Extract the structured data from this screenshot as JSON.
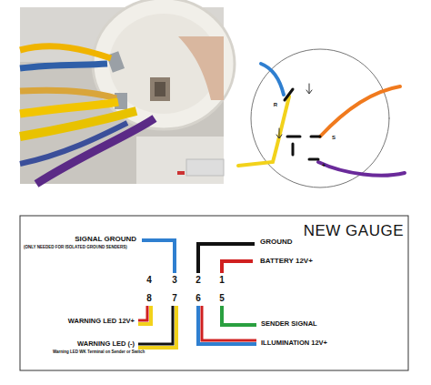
{
  "diagram": {
    "title": "NEW GAUGE",
    "labels": [
      "R",
      "S",
      "+",
      "SIGNAL GROUND",
      "(ONLY NEEDED FOR ISOLATED GROUND SENDERS)",
      "GROUND",
      "BATTERY 12V+",
      "4",
      "3",
      "2",
      "1",
      "8",
      "7",
      "6",
      "5",
      "WARNING LED 12V+",
      "SENDER SIGNAL",
      "WARNING LED (-)",
      "Warning LED WK Terminal on Sender or Switch",
      "ILLUMINATION 12V+"
    ]
  }
}
